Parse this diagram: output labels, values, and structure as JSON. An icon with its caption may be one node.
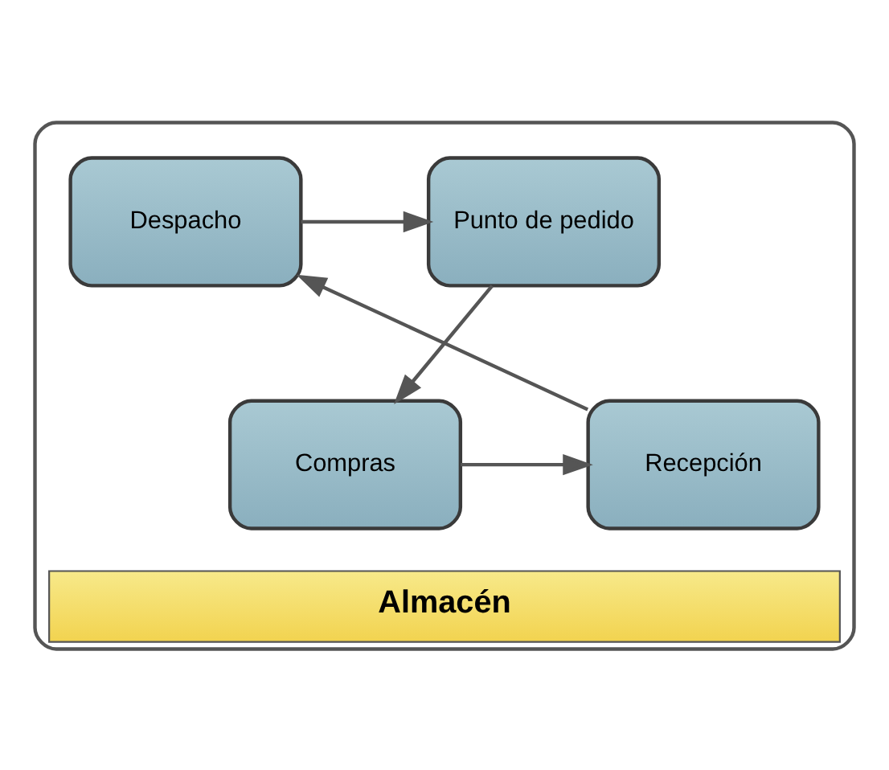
{
  "diagram": {
    "nodes": [
      {
        "text": [
          "Almacén"
        ]
      },
      {
        "text": [
          "Despacho"
        ],
        "in": 0
      },
      {
        "text": [
          "Punto de pedido"
        ],
        "in": 0
      },
      {
        "text": [
          "Compras"
        ],
        "in": 0
      },
      {
        "text": [
          "Recepción"
        ],
        "in": 0
      }
    ],
    "edges": [
      {
        "from": 1,
        "to": 2,
        "arrow": "to"
      },
      {
        "from": 2,
        "to": 3,
        "arrow": "to"
      },
      {
        "from": 3,
        "to": 4,
        "arrow": "to"
      },
      {
        "from": 4,
        "to": 1,
        "arrow": "to"
      }
    ]
  }
}
